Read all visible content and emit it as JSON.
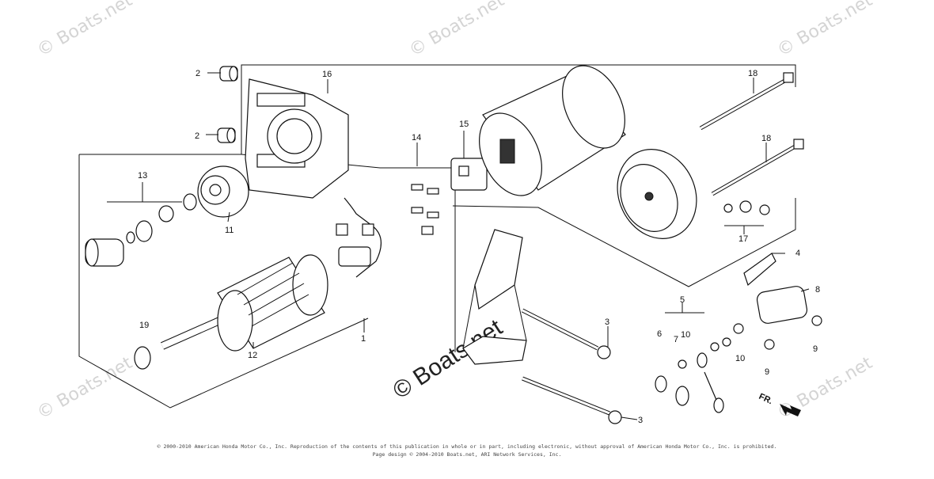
{
  "watermarks": {
    "brand": "© Boats.net",
    "center": "© Boats.net"
  },
  "callouts": [
    "1",
    "2",
    "2",
    "3",
    "3",
    "4",
    "5",
    "6",
    "7",
    "8",
    "9",
    "9",
    "10",
    "10",
    "11",
    "12",
    "13",
    "14",
    "15",
    "16",
    "17",
    "18",
    "18",
    "19"
  ],
  "direction_label": "FR.",
  "footer": {
    "line1": "© 2000-2010 American Honda Motor Co., Inc. Reproduction of the contents of this publication in whole or in part, including electronic, without approval of American Honda Motor Co., Inc. is prohibited.",
    "line2": "Page design © 2004-2010 Boats.net, ARI Network Services, Inc."
  }
}
